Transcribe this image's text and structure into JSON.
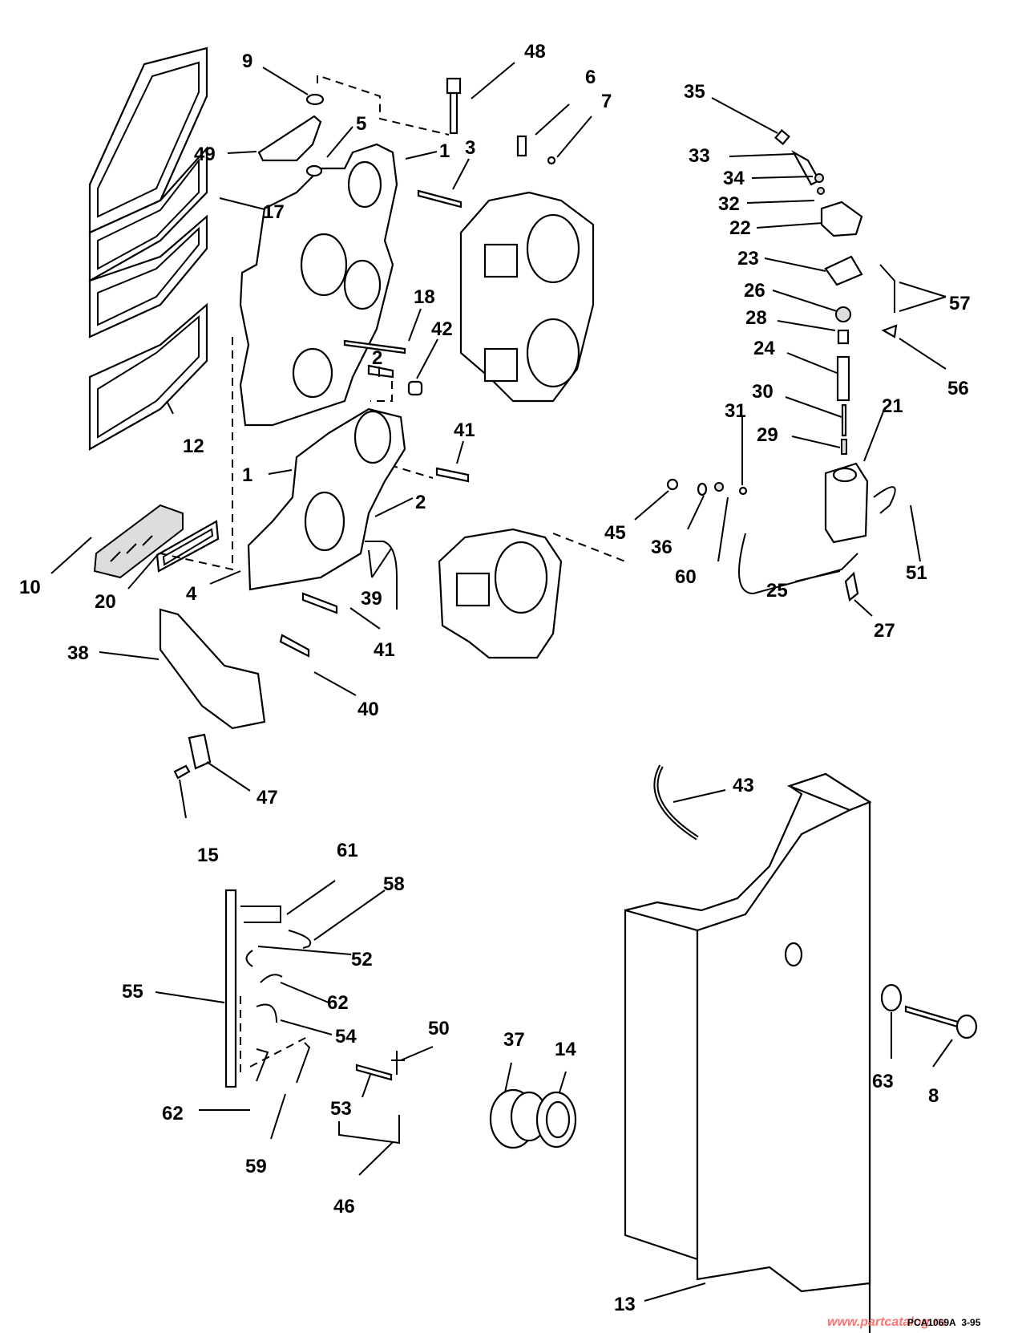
{
  "diagram": {
    "title": "Exploded parts diagram - intake manifold, carburetors, fuel primer and silencer",
    "code": "PCA1069A",
    "date": "3-95",
    "watermark": "www.partcatalog.ru",
    "callouts": [
      {
        "id": "c9",
        "label": "9"
      },
      {
        "id": "c48",
        "label": "48"
      },
      {
        "id": "c6",
        "label": "6"
      },
      {
        "id": "c7",
        "label": "7"
      },
      {
        "id": "c5",
        "label": "5"
      },
      {
        "id": "c49",
        "label": "49"
      },
      {
        "id": "c1a",
        "label": "1"
      },
      {
        "id": "c3",
        "label": "3"
      },
      {
        "id": "c17",
        "label": "17"
      },
      {
        "id": "c18",
        "label": "18"
      },
      {
        "id": "c42",
        "label": "42"
      },
      {
        "id": "c2a",
        "label": "2"
      },
      {
        "id": "c12",
        "label": "12"
      },
      {
        "id": "c41a",
        "label": "41"
      },
      {
        "id": "c1b",
        "label": "1"
      },
      {
        "id": "c2b",
        "label": "2"
      },
      {
        "id": "c10",
        "label": "10"
      },
      {
        "id": "c20",
        "label": "20"
      },
      {
        "id": "c4",
        "label": "4"
      },
      {
        "id": "c39",
        "label": "39"
      },
      {
        "id": "c41b",
        "label": "41"
      },
      {
        "id": "c38",
        "label": "38"
      },
      {
        "id": "c40",
        "label": "40"
      },
      {
        "id": "c35",
        "label": "35"
      },
      {
        "id": "c33",
        "label": "33"
      },
      {
        "id": "c34",
        "label": "34"
      },
      {
        "id": "c32",
        "label": "32"
      },
      {
        "id": "c22",
        "label": "22"
      },
      {
        "id": "c23",
        "label": "23"
      },
      {
        "id": "c26",
        "label": "26"
      },
      {
        "id": "c57",
        "label": "57"
      },
      {
        "id": "c28",
        "label": "28"
      },
      {
        "id": "c24",
        "label": "24"
      },
      {
        "id": "c56",
        "label": "56"
      },
      {
        "id": "c30",
        "label": "30"
      },
      {
        "id": "c31",
        "label": "31"
      },
      {
        "id": "c21",
        "label": "21"
      },
      {
        "id": "c29",
        "label": "29"
      },
      {
        "id": "c45",
        "label": "45"
      },
      {
        "id": "c36",
        "label": "36"
      },
      {
        "id": "c60",
        "label": "60"
      },
      {
        "id": "c51",
        "label": "51"
      },
      {
        "id": "c25",
        "label": "25"
      },
      {
        "id": "c27",
        "label": "27"
      },
      {
        "id": "c47",
        "label": "47"
      },
      {
        "id": "c15",
        "label": "15"
      },
      {
        "id": "c43",
        "label": "43"
      },
      {
        "id": "c61",
        "label": "61"
      },
      {
        "id": "c58",
        "label": "58"
      },
      {
        "id": "c52",
        "label": "52"
      },
      {
        "id": "c55",
        "label": "55"
      },
      {
        "id": "c62a",
        "label": "62"
      },
      {
        "id": "c54",
        "label": "54"
      },
      {
        "id": "c50",
        "label": "50"
      },
      {
        "id": "c37",
        "label": "37"
      },
      {
        "id": "c14",
        "label": "14"
      },
      {
        "id": "c63",
        "label": "63"
      },
      {
        "id": "c8",
        "label": "8"
      },
      {
        "id": "c62b",
        "label": "62"
      },
      {
        "id": "c53",
        "label": "53"
      },
      {
        "id": "c59",
        "label": "59"
      },
      {
        "id": "c46",
        "label": "46"
      },
      {
        "id": "c13",
        "label": "13"
      }
    ]
  }
}
